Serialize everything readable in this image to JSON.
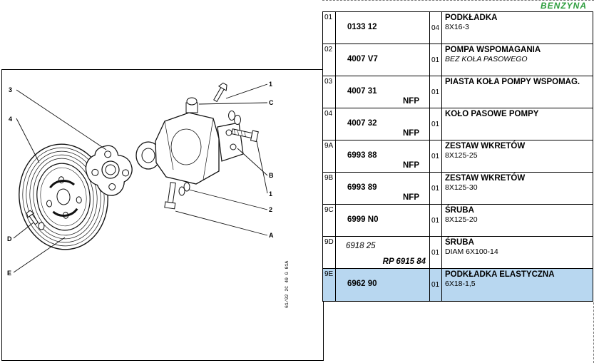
{
  "header": {
    "fuel_label": "BENZYNA"
  },
  "diagram": {
    "plate_code": "61/92  2C 40 G 01A",
    "labels": {
      "l3": "3",
      "l4": "4",
      "d": "D",
      "e": "E",
      "r1a": "1",
      "rc": "C",
      "rb": "B",
      "r1b": "1",
      "r2": "2",
      "ra": "A"
    }
  },
  "table": {
    "rows": [
      {
        "ref": "01",
        "part": "0133 12",
        "qty": "04",
        "title": "PODKŁADKA",
        "sub": "8X16-3"
      },
      {
        "ref": "02",
        "part": "4007 V7",
        "qty": "01",
        "title": "POMPA WSPOMAGANIA",
        "sub": "BEZ KOŁA PASOWEGO"
      },
      {
        "ref": "03",
        "part": "4007 31",
        "nfp": "NFP",
        "qty": "01",
        "title": "PIASTA KOŁA POMPY WSPOMAG.",
        "sub": ""
      },
      {
        "ref": "04",
        "part": "4007 32",
        "nfp": "NFP",
        "qty": "01",
        "title": "KOŁO PASOWE POMPY",
        "sub": ""
      },
      {
        "ref": "9A",
        "part": "6993 88",
        "nfp": "NFP",
        "qty": "01",
        "title": "ZESTAW WKRETÓW",
        "sub": "8X125-25"
      },
      {
        "ref": "9B",
        "part": "6993 89",
        "nfp": "NFP",
        "qty": "01",
        "title": "ZESTAW WKRETÓW",
        "sub": "8X125-30"
      },
      {
        "ref": "9C",
        "part": "6999 N0",
        "qty": "01",
        "title": "ŚRUBA",
        "sub": "8X125-20"
      },
      {
        "ref": "9D",
        "part": "6918 25",
        "rp": "RP 6915 84",
        "qty": "01",
        "title": "ŚRUBA",
        "sub": "DIAM 6X100-14"
      },
      {
        "ref": "9E",
        "part": "6962 90",
        "qty": "01",
        "title": "PODKŁADKA ELASTYCZNA",
        "sub": "6X18-1,5"
      }
    ]
  }
}
